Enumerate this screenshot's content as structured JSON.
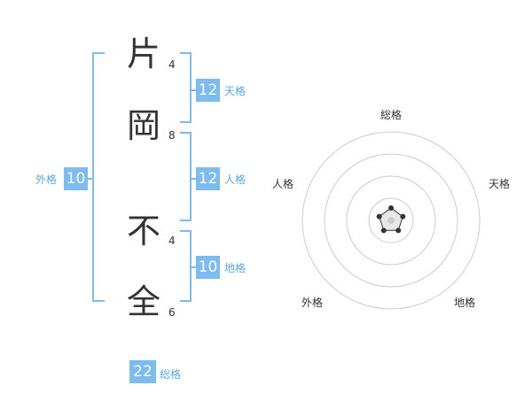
{
  "name": {
    "chars": [
      {
        "char": "片",
        "strokes": "4"
      },
      {
        "char": "岡",
        "strokes": "8"
      },
      {
        "char": "不",
        "strokes": "4"
      },
      {
        "char": "全",
        "strokes": "6"
      }
    ]
  },
  "fortune": {
    "tenkaku": {
      "value": "12",
      "label": "天格"
    },
    "jinkaku": {
      "value": "12",
      "label": "人格"
    },
    "chikaku": {
      "value": "10",
      "label": "地格"
    },
    "gaikaku": {
      "value": "10",
      "label": "外格"
    },
    "soukaku": {
      "value": "22",
      "label": "総格"
    }
  },
  "radar": {
    "labels": {
      "top": "総格",
      "right": "天格",
      "bottom_right": "地格",
      "bottom_left": "外格",
      "left": "人格"
    },
    "rings": 4,
    "levels": [
      1,
      1,
      1,
      1,
      1
    ],
    "colors": {
      "ring": "#cccccc",
      "polygon": "#333333",
      "fill": "#e8e8e8",
      "center": "#cccccc"
    }
  },
  "colors": {
    "accent": "#7dbcf2",
    "bracket": "#7dbcf2",
    "label": "#5aa9ea"
  }
}
